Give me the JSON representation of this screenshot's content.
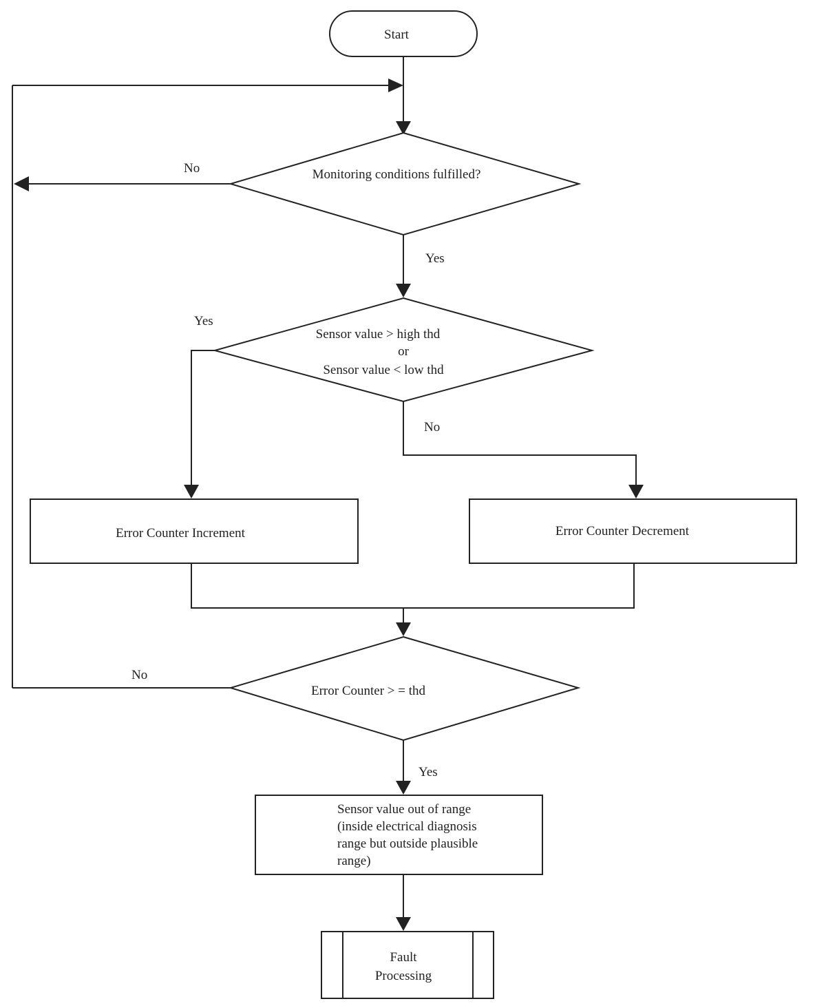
{
  "nodes": {
    "start": "Start",
    "monitoring": "Monitoring  conditions fulfilled?",
    "sensor_check": {
      "line1": "Sensor value > high thd",
      "line2": "or",
      "line3": "Sensor    value < low thd"
    },
    "increment": "Error Counter Increment",
    "decrement": "Error Counter Decrement",
    "counter_check": "Error Counter > = thd",
    "out_of_range": {
      "line1": "Sensor value out of range",
      "line2": "(inside electrical diagnosis",
      "line3": "range but outside plausible",
      "line4": "range)"
    },
    "fault": {
      "line1": "Fault",
      "line2": "Processing"
    }
  },
  "edge_labels": {
    "monitoring_no": "No",
    "monitoring_yes": "Yes",
    "sensor_yes": "Yes",
    "sensor_no": "No",
    "counter_no": "No",
    "counter_yes": "Yes"
  }
}
